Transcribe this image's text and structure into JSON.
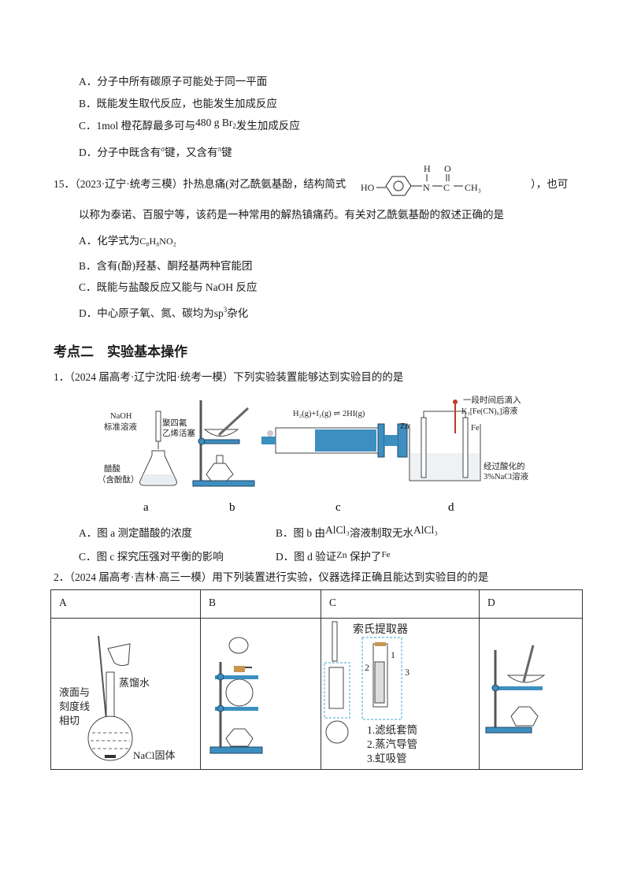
{
  "q14_options": {
    "A": "A．分子中所有碳原子可能处于同一平面",
    "B": "B．既能发生取代反应，也能发生加成反应",
    "C_pre": "C．1mol 橙花醇最多可与",
    "C_mass": "480 g Br",
    "C_sub": "2",
    "C_post": "发生加成反应",
    "D_pre": "D．分子中既含有",
    "D_sigma": "σ",
    "D_mid": "键，又含有",
    "D_pi": "π",
    "D_post": "键"
  },
  "q15": {
    "stem_pre": "15．（2023·辽宁·统考三模）扑热息痛(对乙酰氨基酚，结构简式",
    "stem_post": "），也可",
    "structure": {
      "ho": "HO",
      "n": "N",
      "h": "H",
      "c": "C",
      "o": "O",
      "ch3": "CH₃"
    },
    "stem_line2": "以称为泰诺、百服宁等，该药是一种常用的解热镇痛药。有关对乙酰氨基酚的叙述正确的是",
    "A_pre": "A．化学式为",
    "A_formula": "C₈H₈NO₂",
    "B": "B．含有(酚)羟基、酮羟基两种官能团",
    "C": "C．既能与盐酸反应又能与 NaOH 反应",
    "D_pre": "D．中心原子氧、氮、碳均为",
    "D_sp": "sp",
    "D_sup": "3",
    "D_post": "杂化"
  },
  "section_heading": "考点二　实验基本操作",
  "q1": {
    "stem": "1．（2024 届高考·辽宁沈阳·统考一模）下列实验装置能够达到实验目的的是",
    "fig_a": {
      "naoh": "NaOH",
      "std": "标准溶液",
      "ptfe1": "聚四氟",
      "ptfe2": "乙烯活塞",
      "acid": "醋酸",
      "indicator": "（含酚酞）",
      "label": "a"
    },
    "fig_b": {
      "label": "b"
    },
    "fig_c": {
      "equation": "H₂(g)+I₂(g) ⇌ 2HI(g)",
      "label": "c"
    },
    "fig_d": {
      "note1": "一段时间后滴入",
      "note2": "K₃[Fe(CN)₆]溶液",
      "zn": "Zn",
      "fe": "Fe",
      "sol1": "经过酸化的",
      "sol2": "3%NaCl溶液",
      "label": "d"
    },
    "A": "A．图 a 测定醋酸的浓度",
    "B_pre": "B．图 b 由",
    "B_alcl3_1": "AlCl₃",
    "B_mid": "溶液制取无水",
    "B_alcl3_2": "AlCl₃",
    "C": "C．图 c 探究压强对平衡的影响",
    "D_pre": "D．图 d 验证",
    "D_zn": "Zn",
    "D_mid": "保护了",
    "D_fe": "Fe"
  },
  "q2": {
    "stem": "2．（2024 届高考·吉林·高三一模）用下列装置进行实验，仪器选择正确且能达到实验目的的是",
    "headers": [
      "A",
      "B",
      "C",
      "D"
    ],
    "cell_A": {
      "water": "蒸馏水",
      "level1": "液面与",
      "level2": "刻度线",
      "level3": "相切",
      "solid": "NaCl固体"
    },
    "cell_C": {
      "title": "索氏提取器",
      "n1": "1",
      "n2": "2",
      "n3": "3",
      "item1": "1.滤纸套筒",
      "item2": "2.蒸汽导管",
      "item3": "3.虹吸管"
    }
  },
  "colors": {
    "apparatus_blue": "#3d8fc0",
    "cork": "#c8964e",
    "stopper_red": "#c0392b"
  }
}
